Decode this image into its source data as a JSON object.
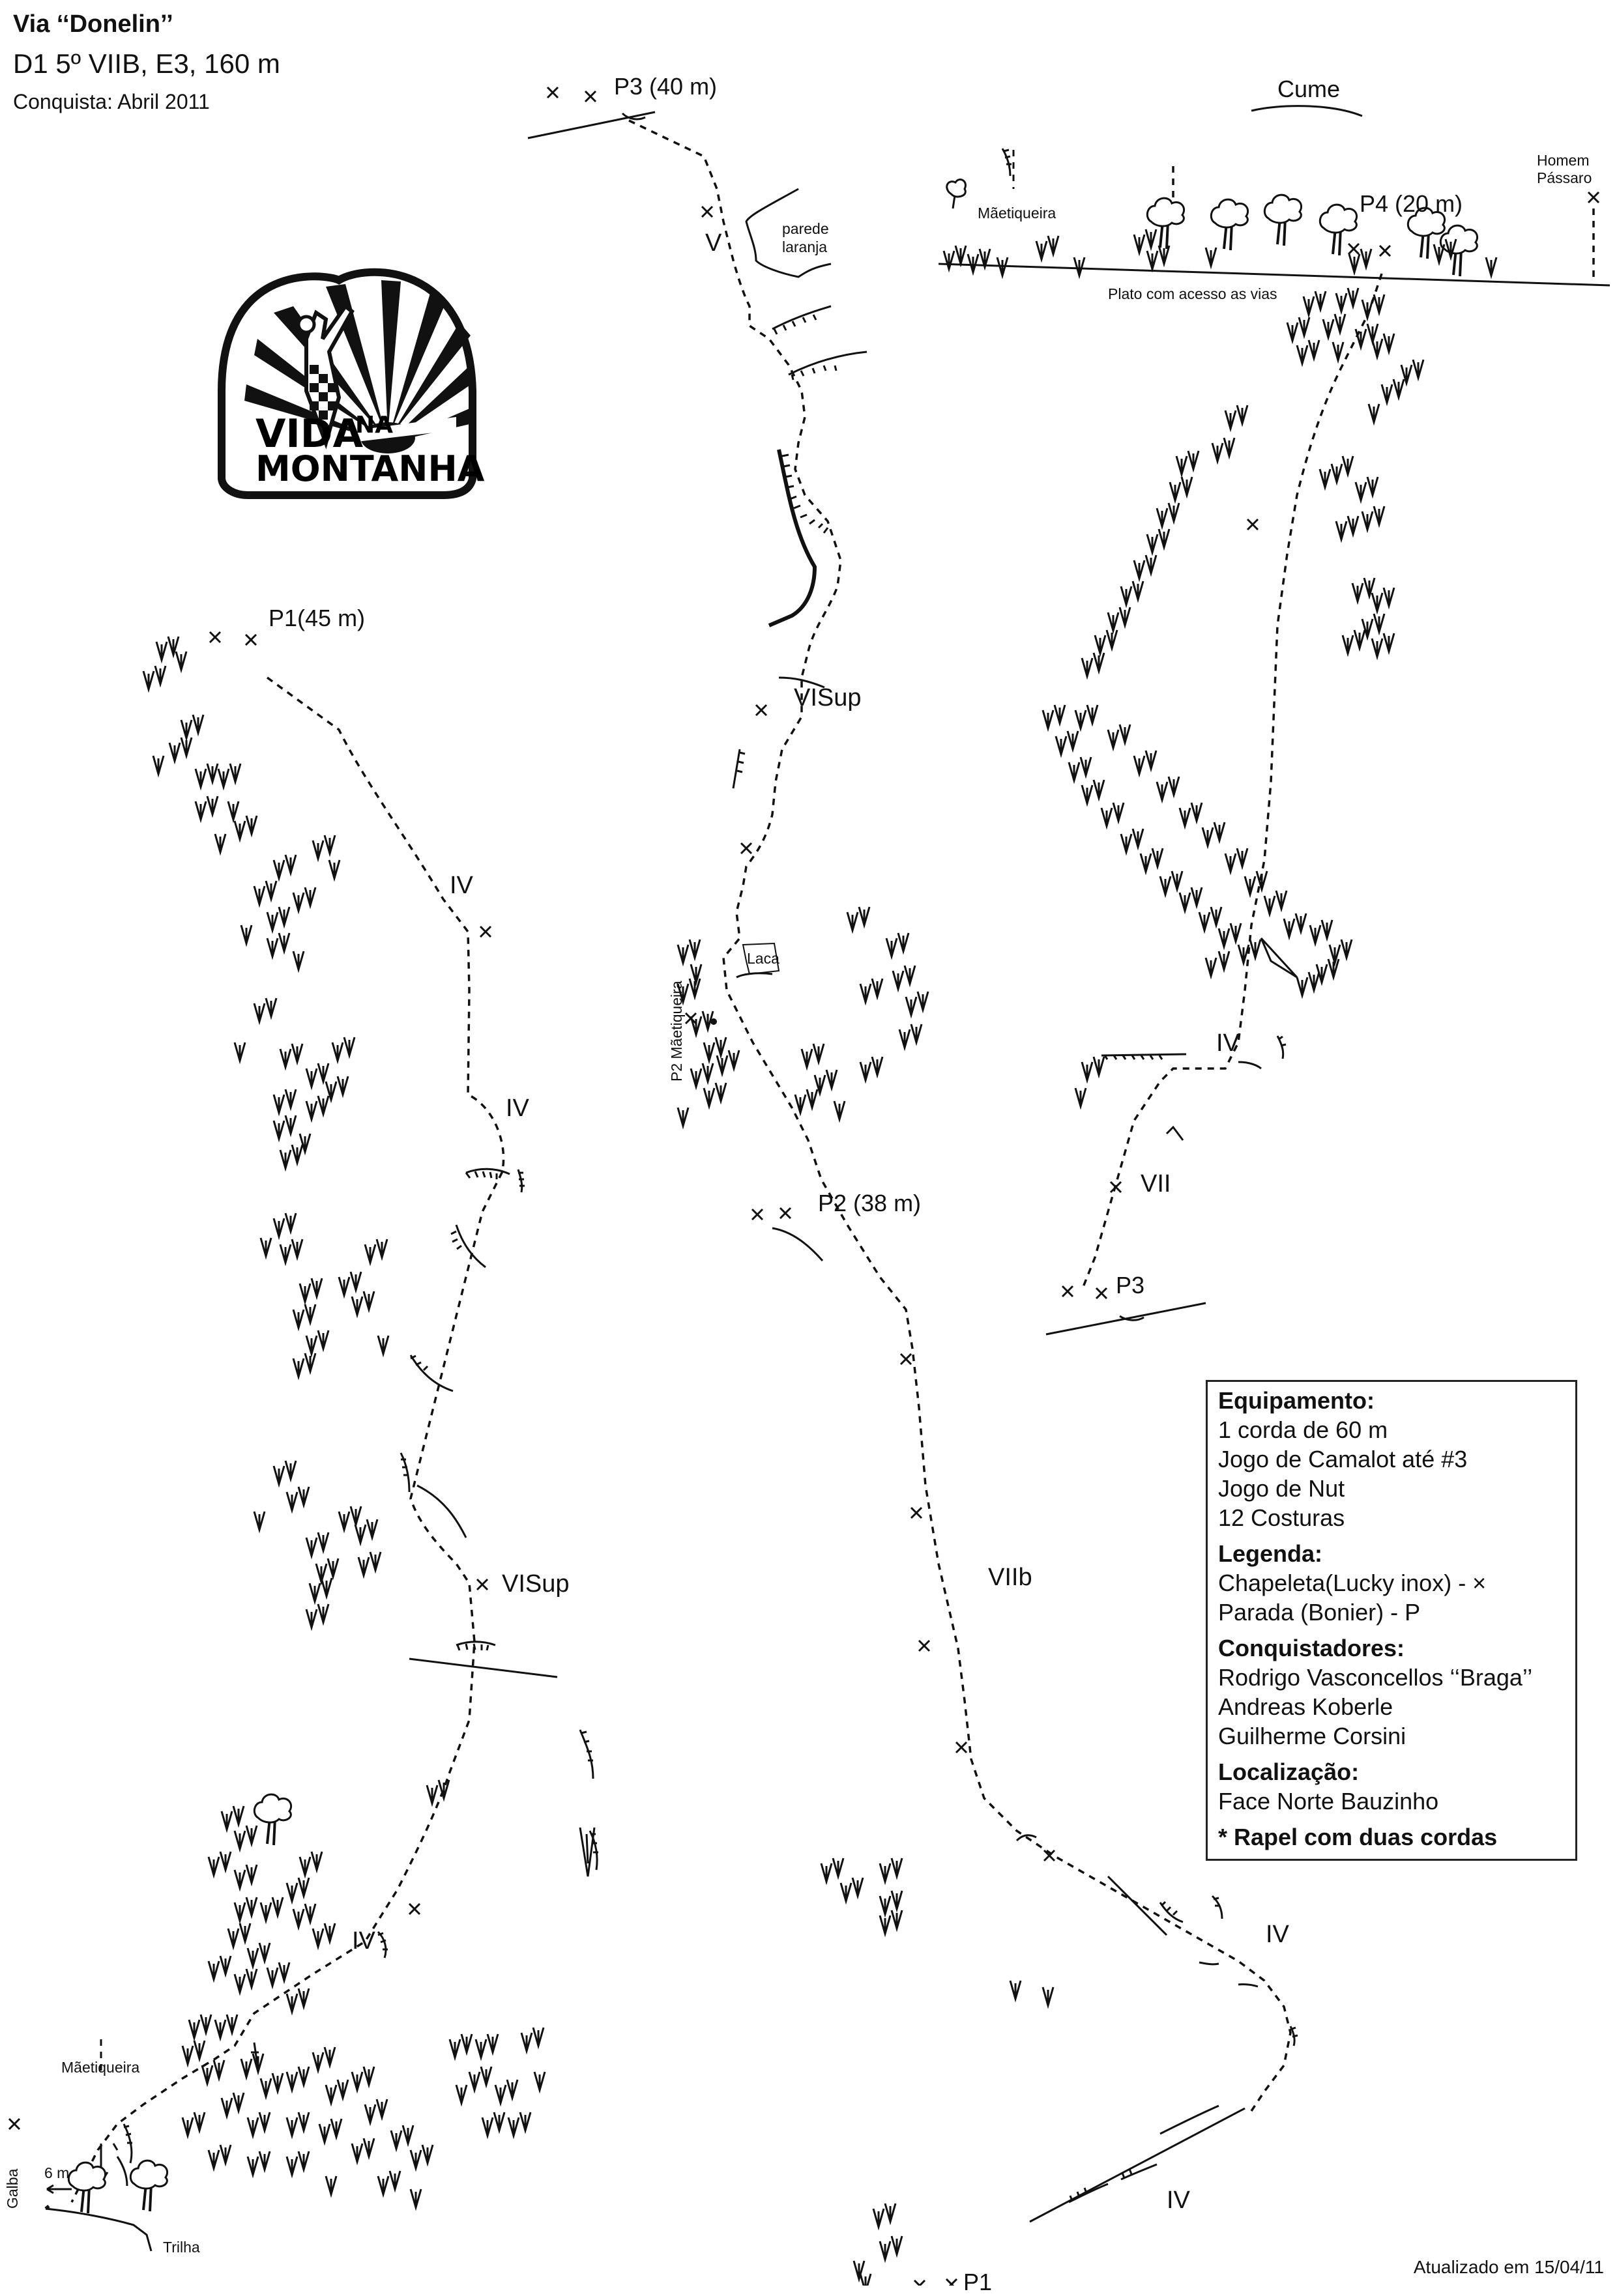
{
  "header": {
    "title": "Via ‘‘Donelin’’",
    "grade": "D1 5º VIIB, E3, 160 m",
    "conquista": "Conquista: Abril 2011"
  },
  "logo": {
    "line1": "VIDA",
    "na": "NA",
    "line2": "MONTANHA"
  },
  "labels": {
    "p1": "P1(45 m)",
    "p2_left": "P2 (38 m)",
    "p2_right": "P2 Mãetiqueira",
    "p3_top": "P3 (40 m)",
    "p3_right": "P3",
    "p4": "P4 (20 m)",
    "p1_bottom": "P1",
    "cume": "Cume",
    "homem": "Homem",
    "passaro": "Pássaro",
    "maetiqueira_top": "Mãetiqueira",
    "maetiqueira_bottom": "Mãetiqueira",
    "parede_1": "parede",
    "parede_2": "laranja",
    "plato": "Plato com acesso as vias",
    "laca": "Laca",
    "galba": "Galba",
    "six_m": "6 m",
    "trilha": "Trilha",
    "updated": "Atualizado em 15/04/11"
  },
  "grades": {
    "g_v": "V",
    "g_visup_top": "VISup",
    "g_iv_1": "IV",
    "g_iv_2": "IV",
    "g_visup_left": "VISup",
    "g_iv_left_low": "IV",
    "g_viib": "VIIb",
    "g_iv_right_1": "IV",
    "g_iv_right_2": "IV",
    "g_iv_right_upper": "IV",
    "g_vii": "VII"
  },
  "info": {
    "equip_title": "Equipamento:",
    "equip": [
      "1 corda de 60 m",
      "Jogo de Camalot até #3",
      "Jogo de Nut",
      "12 Costuras"
    ],
    "leg_title": "Legenda:",
    "legend": [
      "Chapeleta(Lucky inox) - ×",
      "Parada (Bonier) - P"
    ],
    "conq_title": "Conquistadores:",
    "conquistadores": [
      "Rodrigo Vasconcellos ‘‘Braga’’",
      "Andreas Koberle",
      "Guilherme Corsini"
    ],
    "loc_title": "Localização:",
    "local": "Face Norte Bauzinho",
    "note": "* Rapel com  duas cordas"
  }
}
